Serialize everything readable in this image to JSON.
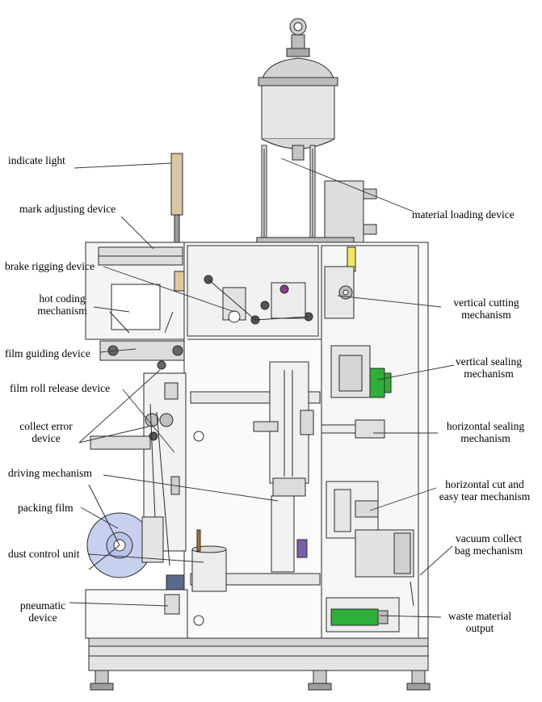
{
  "labels": {
    "indicate_light": "indicate light",
    "mark_adjusting": "mark adjusting device",
    "brake_rigging": "brake rigging device",
    "hot_coding": [
      "hot coding",
      "mechanism"
    ],
    "film_guiding": "film guiding device",
    "film_roll_release": "film roll release device",
    "collect_error": [
      "collect error",
      "device"
    ],
    "driving": "driving mechanism",
    "packing_film": "packing film",
    "dust_control": "dust control unit",
    "pneumatic": [
      "pneumatic",
      "device"
    ],
    "material_loading": "material loading device",
    "vertical_cutting": [
      "vertical  cutting",
      "mechanism"
    ],
    "vertical_sealing": [
      "vertical sealing",
      "mechanism"
    ],
    "horizontal_sealing": [
      "horizontal sealing",
      "mechanism"
    ],
    "horizontal_cut": [
      "horizontal cut and",
      "easy tear mechanism"
    ],
    "vacuum_collect": [
      "vacuum collect",
      "bag mechanism"
    ],
    "waste_output": [
      "waste material",
      "output"
    ]
  },
  "colors": {
    "line": "#2a2a2a",
    "metal": "#dcdcdc",
    "tank": "#e6e6e6",
    "film_roll": "#c8d0ef",
    "sealer_green": "#2fae3a",
    "indicator_light": "#d9c7a4",
    "light_bar": "#f0e860"
  }
}
